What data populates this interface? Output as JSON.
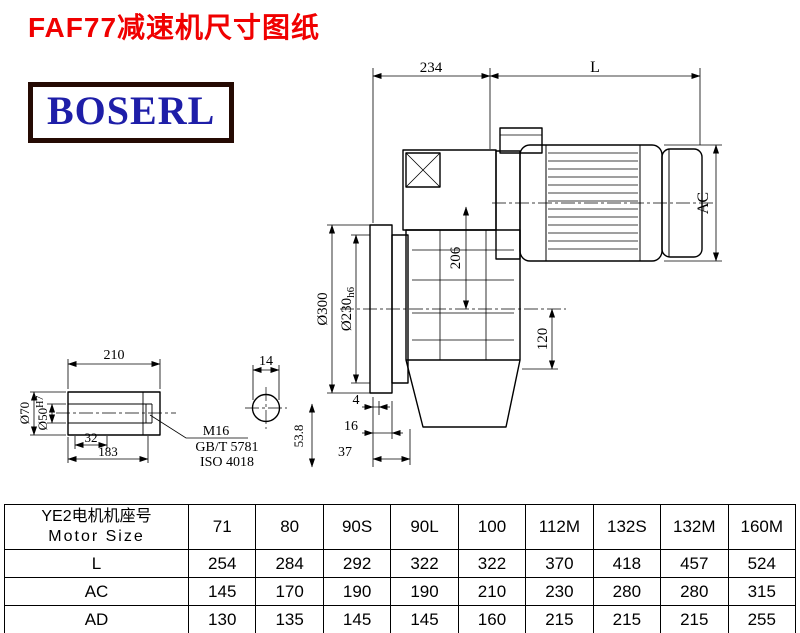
{
  "page": {
    "title": "FAF77减速机尺寸图纸",
    "logo_text": "BOSERL"
  },
  "drawing": {
    "dims": {
      "top_width": "234",
      "motor_length": "L",
      "motor_diameter": "AC",
      "height_206": "206",
      "flange_od": "Ø300",
      "spigot_d": "Ø230",
      "spigot_tol": "h6",
      "dim_120": "120",
      "shaft_len": "210",
      "key_width": "14",
      "shaft_od": "Ø70",
      "bore_d": "Ø50",
      "bore_tol": "H7",
      "dim_32": "32",
      "dim_183": "183",
      "thread": "M16",
      "thread_std": "GB/T 5781",
      "thread_iso": "ISO 4018",
      "dim_4": "4",
      "dim_16": "16",
      "dim_37": "37",
      "dim_53_8": "53.8"
    }
  },
  "table": {
    "header_cn": "YE2电机机座号",
    "header_en": "Motor Size",
    "motor_sizes": [
      "71",
      "80",
      "90S",
      "90L",
      "100",
      "112M",
      "132S",
      "132M",
      "160M"
    ],
    "rows": [
      {
        "label": "L",
        "values": [
          "254",
          "284",
          "292",
          "322",
          "322",
          "370",
          "418",
          "457",
          "524"
        ]
      },
      {
        "label": "AC",
        "values": [
          "145",
          "170",
          "190",
          "190",
          "210",
          "230",
          "280",
          "280",
          "315"
        ]
      },
      {
        "label": "AD",
        "values": [
          "130",
          "135",
          "145",
          "145",
          "160",
          "215",
          "215",
          "215",
          "255"
        ]
      }
    ]
  }
}
